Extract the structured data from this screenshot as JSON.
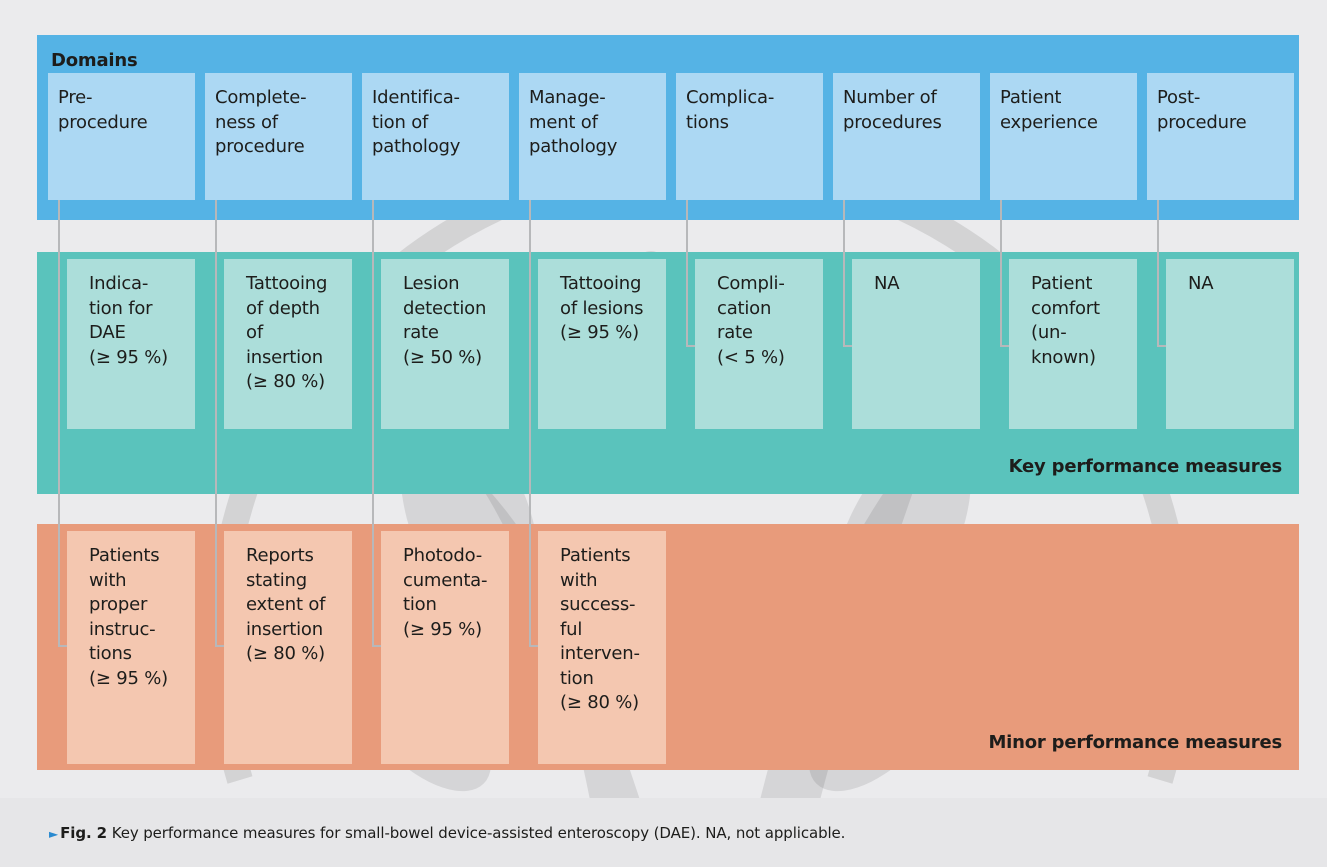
{
  "panels": {
    "domains_title": "Domains",
    "key_title": "Key performance measures",
    "minor_title": "Minor performance measures"
  },
  "domains": [
    "Pre-\nprocedure",
    "Complete-\nness of\nprocedure",
    "Identifica-\ntion of\npathology",
    "Manage-\nment of\npathology",
    "Complica-\ntions",
    "Number of\nprocedures",
    "Patient\nexperience",
    "Post-\nprocedure"
  ],
  "key_measures": [
    "Indica-\ntion for\nDAE\n(≥ 95 %)",
    "Tattooing\nof depth\nof\ninsertion\n(≥ 80 %)",
    "Lesion\ndetection\nrate\n(≥ 50 %)",
    "Tattooing\nof lesions\n(≥ 95 %)",
    "Compli-\ncation\nrate\n(< 5 %)",
    "NA",
    "Patient\ncomfort\n(un-\nknown)",
    "NA"
  ],
  "minor_measures": [
    "Patients\nwith\nproper\ninstruc-\ntions\n(≥ 95 %)",
    "Reports\nstating\nextent of\ninsertion\n(≥ 80 %)",
    "Photodo-\ncumenta-\ntion\n(≥ 95 %)",
    "Patients\nwith\nsuccess-\nful\ninterven-\ntion\n(≥ 80 %)"
  ],
  "caption": {
    "arrow": "►",
    "label": "Fig. 2",
    "text": " Key performance measures for small-bowel device-assisted enteroscopy (DAE). NA, not applicable."
  },
  "colors": {
    "domains": "#55b3e5",
    "key": "#5ac3bc",
    "minor": "#e89b7b"
  }
}
